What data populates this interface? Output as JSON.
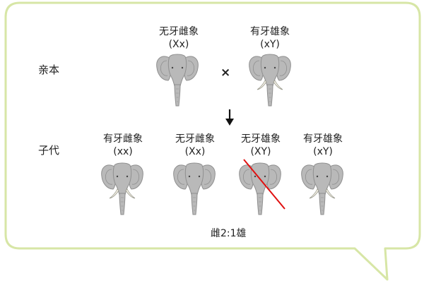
{
  "colors": {
    "bubble_border": "#d7e6a6",
    "bubble_fill": "#ffffff",
    "strike_line": "#e01010",
    "elephant_skin": "#b9b9b9",
    "elephant_shadow": "#8f8f8f",
    "tusk": "#f4f1e6"
  },
  "labels": {
    "parents": "亲本",
    "offspring": "子代",
    "cross_symbol": "×",
    "ratio": "雌2:1雄"
  },
  "parents": [
    {
      "name": "无牙雌象",
      "genotype": "(Xx)",
      "tusks": false,
      "struck": false
    },
    {
      "name": "有牙雄象",
      "genotype": "(xY)",
      "tusks": true,
      "struck": false
    }
  ],
  "offspring": [
    {
      "name": "有牙雌象",
      "genotype": "(xx)",
      "tusks": true,
      "struck": false
    },
    {
      "name": "无牙雌象",
      "genotype": "(Xx)",
      "tusks": false,
      "struck": false
    },
    {
      "name": "无牙雄象",
      "genotype": "(XY)",
      "tusks": false,
      "struck": true
    },
    {
      "name": "有牙雄象",
      "genotype": "(xY)",
      "tusks": true,
      "struck": false
    }
  ]
}
